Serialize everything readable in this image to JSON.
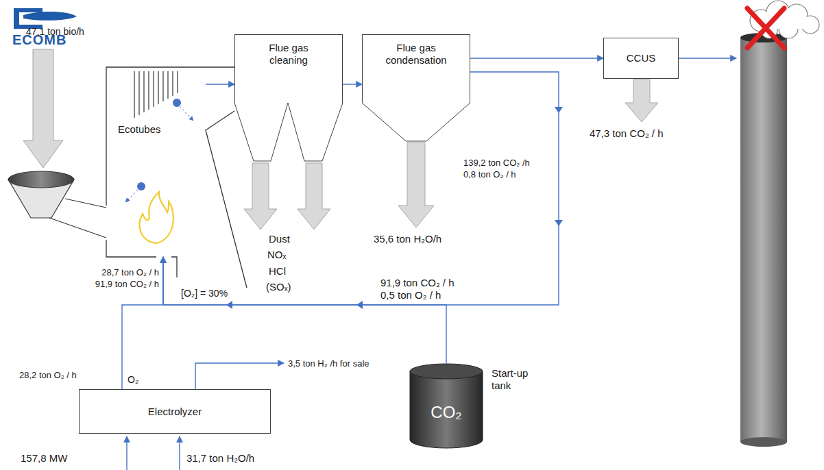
{
  "diagram": {
    "nodes": [
      {
        "text": [
          "Ecotubes"
        ]
      },
      {
        "text": [
          "Flue gas cleaning"
        ]
      },
      {
        "text": [
          "Flue gas condensation"
        ]
      },
      {
        "text": [
          "CCUS"
        ]
      },
      {
        "text": [
          "Electrolyzer"
        ]
      },
      {
        "text": [
          "CO₂",
          "Start-up tank"
        ]
      }
    ],
    "edges": [
      {
        "from": 0,
        "to": 1,
        "arrow": "to"
      },
      {
        "from": 1,
        "to": 2,
        "arrow": "to"
      },
      {
        "from": 2,
        "to": 3,
        "arrow": "to"
      },
      {
        "from": 2,
        "to": 0,
        "arrow": "to"
      },
      {
        "from": 4,
        "to": 0,
        "arrow": "to"
      },
      {
        "from": 5,
        "to": 0,
        "arrow": "to"
      }
    ],
    "labels": [
      "ECOMB",
      "47,1 ton bio/h",
      "Dust",
      "NOₓ",
      "HCl",
      "(SOₓ)",
      "35,6 ton H₂O/h",
      "139,2 ton CO₂ /h",
      "0,8 ton O₂ / h",
      "47,3 ton CO₂ / h",
      "91,9 ton CO₂ / h",
      "0,5 ton O₂ / h",
      "28,7 ton O₂ / h",
      "91,9 ton CO₂ / h",
      "[O₂] = 30%",
      "28,2 ton O₂ / h",
      "O₂",
      "3,5 ton H₂ /h for sale",
      "157,8 MW",
      "31,7 ton H₂O/h"
    ]
  }
}
